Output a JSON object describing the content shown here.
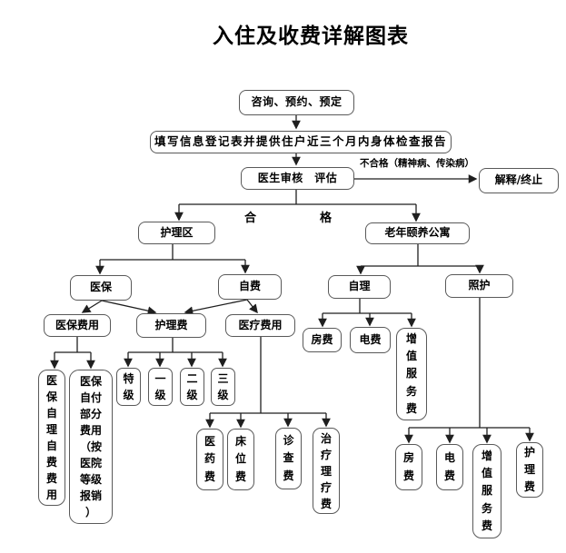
{
  "title": "入住及收费详解图表",
  "edge_labels": {
    "fail": "不合格（精神病、传染病）",
    "pass_left": "合",
    "pass_right": "格"
  },
  "nodes": {
    "consult": "咨询、预约、预定",
    "register": "填写信息登记表并提供住户近三个月内身体检查报告",
    "review": "医生审核　评估",
    "terminate": "解释/终止",
    "nursing_area": "护理区",
    "apartment": "老年颐养公寓",
    "yibao": "医保",
    "zifei": "自费",
    "yibao_fees": "医保费用",
    "nursing_fee": "护理费",
    "medical_fees": "医疗费用",
    "self_care": "自理",
    "assisted_care": "照护",
    "yibao_self_pay": "医保自理自费费用",
    "yibao_copay": "医保自付部分费用（按医院等级报销）",
    "tier_special": "特级",
    "tier_1": "一级",
    "tier_2": "二级",
    "tier_3": "三级",
    "medicine_fee": "医药费",
    "bed_fee": "床位费",
    "exam_fee": "诊查费",
    "therapy_fee": "治疗理疗费",
    "room_fee_a": "房费",
    "electric_fee_a": "电费",
    "vas_fee_a": "增值服务费",
    "room_fee_b": "房费",
    "electric_fee_b": "电费",
    "vas_fee_b": "增值服务费",
    "nursing_fee_b": "护理费"
  },
  "edges": [
    {
      "from": "consult",
      "to": "register"
    },
    {
      "from": "register",
      "to": "review"
    },
    {
      "from": "review",
      "to": "terminate",
      "label": "不合格（精神病、传染病）"
    },
    {
      "from": "review",
      "to": "nursing_area",
      "label": "合格"
    },
    {
      "from": "review",
      "to": "apartment",
      "label": "合格"
    },
    {
      "from": "nursing_area",
      "to": "yibao"
    },
    {
      "from": "nursing_area",
      "to": "zifei"
    },
    {
      "from": "yibao",
      "to": "yibao_fees"
    },
    {
      "from": "yibao",
      "to": "nursing_fee"
    },
    {
      "from": "zifei",
      "to": "nursing_fee"
    },
    {
      "from": "zifei",
      "to": "medical_fees"
    },
    {
      "from": "yibao_fees",
      "to": "yibao_self_pay"
    },
    {
      "from": "yibao_fees",
      "to": "yibao_copay"
    },
    {
      "from": "nursing_fee",
      "to": "tier_special"
    },
    {
      "from": "nursing_fee",
      "to": "tier_1"
    },
    {
      "from": "nursing_fee",
      "to": "tier_2"
    },
    {
      "from": "nursing_fee",
      "to": "tier_3"
    },
    {
      "from": "medical_fees",
      "to": "medicine_fee"
    },
    {
      "from": "medical_fees",
      "to": "bed_fee"
    },
    {
      "from": "medical_fees",
      "to": "exam_fee"
    },
    {
      "from": "medical_fees",
      "to": "therapy_fee"
    },
    {
      "from": "apartment",
      "to": "self_care"
    },
    {
      "from": "apartment",
      "to": "assisted_care"
    },
    {
      "from": "self_care",
      "to": "room_fee_a"
    },
    {
      "from": "self_care",
      "to": "electric_fee_a"
    },
    {
      "from": "self_care",
      "to": "vas_fee_a"
    },
    {
      "from": "assisted_care",
      "to": "room_fee_b"
    },
    {
      "from": "assisted_care",
      "to": "electric_fee_b"
    },
    {
      "from": "assisted_care",
      "to": "vas_fee_b"
    },
    {
      "from": "assisted_care",
      "to": "nursing_fee_b"
    }
  ],
  "colors": {
    "background": "#ffffff",
    "box_border": "#595959",
    "connector": "#1f1f1f",
    "text": "#000000"
  }
}
